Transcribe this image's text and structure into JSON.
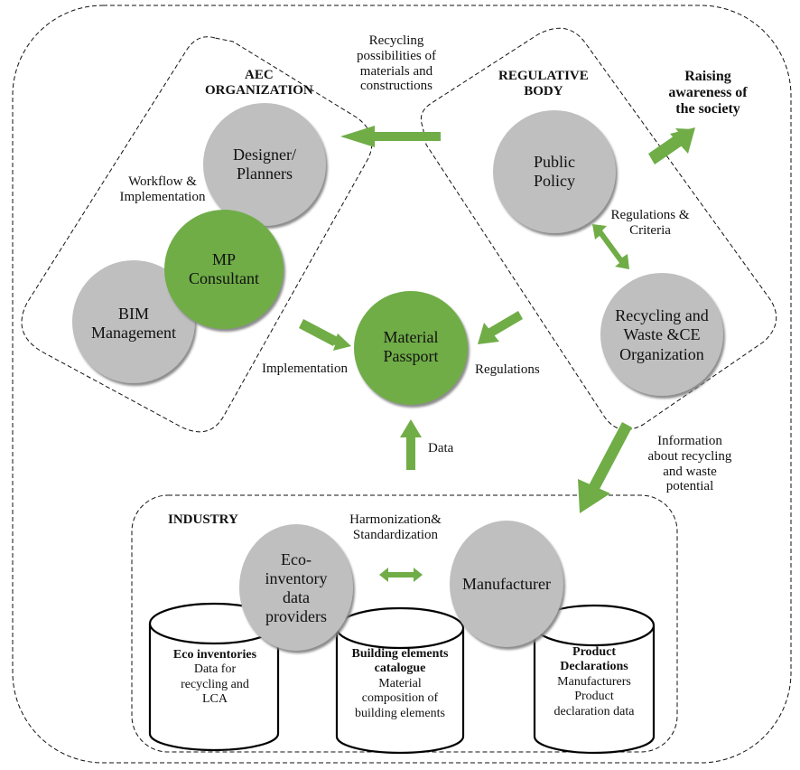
{
  "colors": {
    "green": "#70ad47",
    "grey": "#bfbfbf",
    "grey_shadow": "#9a9a9a",
    "green_shadow": "#8a8a8a",
    "dashed_line": "#111111"
  },
  "groups": {
    "aec": "AEC\nORGANIZATION",
    "regulative": "REGULATIVE\nBODY",
    "industry": "INDUSTRY"
  },
  "nodes": {
    "designer": "Designer/\nPlanners",
    "mp_consultant": "MP\nConsultant",
    "bim": "BIM\nManagement",
    "material_passport": "Material\nPassport",
    "public_policy": "Public\nPolicy",
    "recycling_org": "Recycling and\nWaste &CE\nOrganization",
    "eco_inventory": "Eco-\ninventory\ndata\nproviders",
    "manufacturer": "Manufacturer"
  },
  "labels": {
    "recycling_possibilities": "Recycling\npossibilities of\nmaterials and\nconstructions",
    "raising_awareness": "Raising\nawareness of\nthe society",
    "workflow": "Workflow &\nImplementation",
    "regulations_criteria": "Regulations &\nCriteria",
    "implementation": "Implementation",
    "regulations": "Regulations",
    "data": "Data",
    "information": "Information\nabout recycling\nand waste\npotential",
    "harmonization": "Harmonization&\nStandardization"
  },
  "databases": {
    "eco_inventories": {
      "title": "Eco inventories",
      "body": "Data for\nrecycling and\nLCA"
    },
    "building_elements": {
      "title": "Building elements\ncatalogue",
      "body": "Material\ncomposition of\nbuilding elements"
    },
    "product_declarations": {
      "title": "Product\nDeclarations",
      "body": "Manufacturers\nProduct\ndeclaration data"
    }
  }
}
